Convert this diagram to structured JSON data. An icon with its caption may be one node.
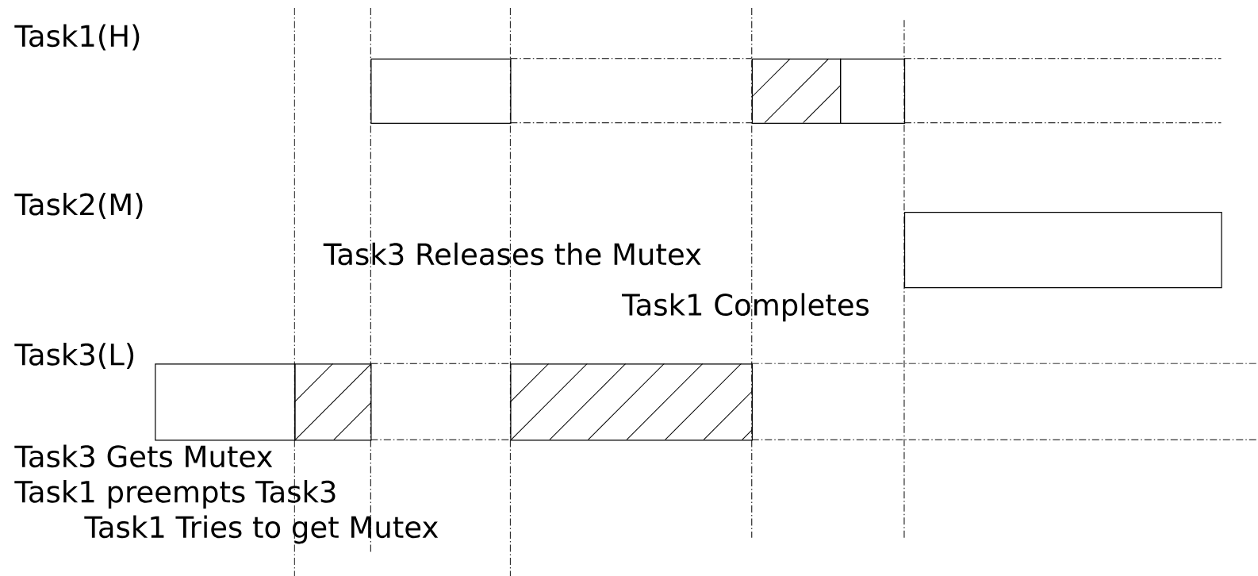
{
  "diagram": {
    "nodes": [
      {
        "text": [],
        "shape": "box"
      },
      {
        "text": [],
        "shape": "box"
      },
      {
        "text": [],
        "shape": "box"
      },
      {
        "text": [],
        "shape": "box"
      },
      {
        "text": [],
        "shape": "box"
      },
      {
        "text": [],
        "shape": "box"
      },
      {
        "text": [],
        "shape": "box"
      }
    ],
    "labels": [
      "Task1(H)",
      "Task2(M)",
      "Task3 Releases the Mutex",
      "Task1 Completes",
      "Task3(L)",
      "Task3 Gets Mutex",
      "Task1 preempts Task3",
      "Task1 Tries to get Mutex"
    ]
  }
}
